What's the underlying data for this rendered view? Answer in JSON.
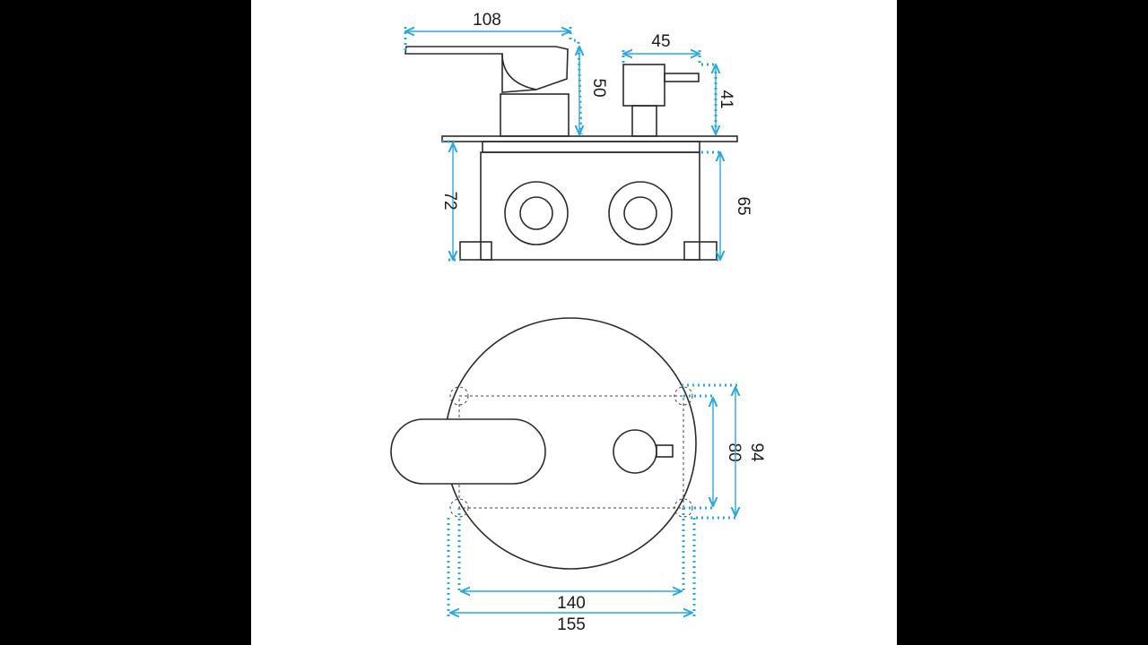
{
  "diagram": {
    "colors": {
      "background": "#000000",
      "paper": "#ffffff",
      "outline": "#2b2b2b",
      "dimension": "#29a8e0"
    },
    "side_view": {
      "dimensions": {
        "lever_length": "108",
        "lever_height": "50",
        "knob_width": "45",
        "knob_height": "41",
        "box_depth": "72",
        "box_inner": "65"
      }
    },
    "front_view": {
      "dimensions": {
        "hole_height": "80",
        "box_height": "94",
        "hole_width": "140",
        "box_width": "155"
      }
    }
  }
}
